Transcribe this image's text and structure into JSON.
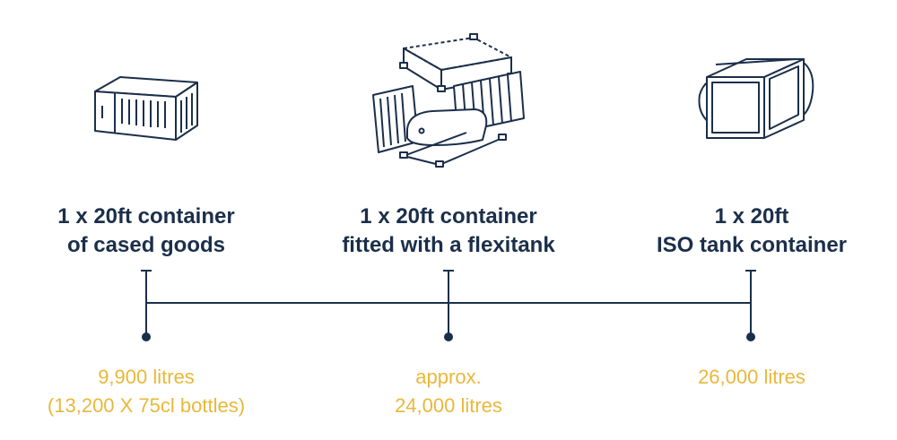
{
  "colors": {
    "navy": "#1b2f4a",
    "gold": "#e9b83a"
  },
  "options": [
    {
      "icon": "shipping-container-icon",
      "title_lines": [
        "1 x 20ft container",
        "of cased goods"
      ],
      "volume_lines": [
        "9,900 litres",
        "(13,200 X 75cl bottles)"
      ]
    },
    {
      "icon": "flexitank-container-icon",
      "title_lines": [
        "1 x 20ft container",
        "fitted with a flexitank"
      ],
      "volume_lines": [
        "approx.",
        "24,000 litres"
      ]
    },
    {
      "icon": "iso-tank-container-icon",
      "title_lines": [
        "1 x 20ft",
        "ISO tank container"
      ],
      "volume_lines": [
        "26,000 litres"
      ]
    }
  ]
}
